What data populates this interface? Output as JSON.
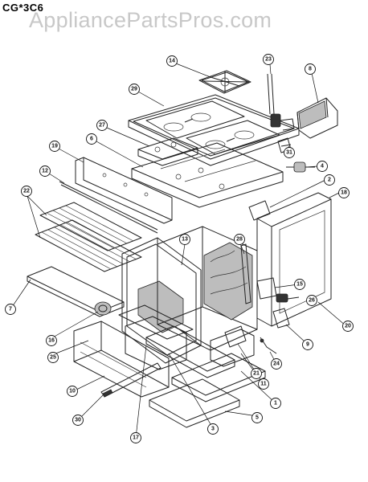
{
  "header": {
    "model_code": "CG*3C6",
    "watermark": "AppliancePartsPros.com"
  },
  "callouts": [
    {
      "id": "c14",
      "label": "14"
    },
    {
      "id": "c23",
      "label": "23"
    },
    {
      "id": "c8",
      "label": "8"
    },
    {
      "id": "c29",
      "label": "29"
    },
    {
      "id": "c27",
      "label": "27"
    },
    {
      "id": "c6",
      "label": "6"
    },
    {
      "id": "c19",
      "label": "19"
    },
    {
      "id": "c31",
      "label": "31"
    },
    {
      "id": "c4",
      "label": "4"
    },
    {
      "id": "c12",
      "label": "12"
    },
    {
      "id": "c2",
      "label": "2"
    },
    {
      "id": "c18",
      "label": "18"
    },
    {
      "id": "c22",
      "label": "22"
    },
    {
      "id": "c13",
      "label": "13"
    },
    {
      "id": "c28",
      "label": "28"
    },
    {
      "id": "c15",
      "label": "15"
    },
    {
      "id": "c26",
      "label": "26"
    },
    {
      "id": "c7",
      "label": "7"
    },
    {
      "id": "c16",
      "label": "16"
    },
    {
      "id": "c9",
      "label": "9"
    },
    {
      "id": "c20",
      "label": "20"
    },
    {
      "id": "c25",
      "label": "25"
    },
    {
      "id": "c24",
      "label": "24"
    },
    {
      "id": "c21",
      "label": "21"
    },
    {
      "id": "c11",
      "label": "11"
    },
    {
      "id": "c10",
      "label": "10"
    },
    {
      "id": "c1",
      "label": "1"
    },
    {
      "id": "c30",
      "label": "30"
    },
    {
      "id": "c5",
      "label": "5"
    },
    {
      "id": "c3",
      "label": "3"
    },
    {
      "id": "c17",
      "label": "17"
    }
  ]
}
